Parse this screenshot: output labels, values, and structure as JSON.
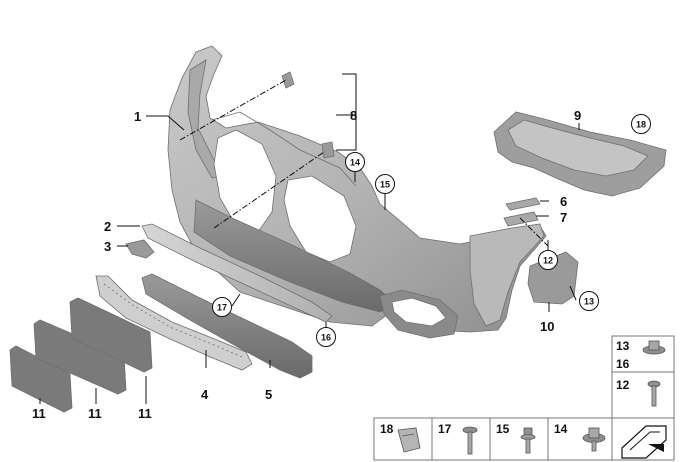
{
  "callouts": {
    "c1": "1",
    "c2": "2",
    "c3": "3",
    "c4": "4",
    "c5": "5",
    "c6": "6",
    "c7": "7",
    "c8": "8",
    "c9": "9",
    "c10": "10",
    "c11a": "11",
    "c11b": "11",
    "c11c": "11"
  },
  "circled": {
    "q12": "12",
    "q13": "13",
    "q14": "14",
    "q15": "15",
    "q16": "16",
    "q17": "17",
    "q18": "18"
  },
  "legend": {
    "box_right": {
      "l13": "13",
      "l16": "16",
      "l12": "12"
    },
    "box_bottom": {
      "l18": "18",
      "l17": "17",
      "l15": "15",
      "l14": "14"
    }
  }
}
